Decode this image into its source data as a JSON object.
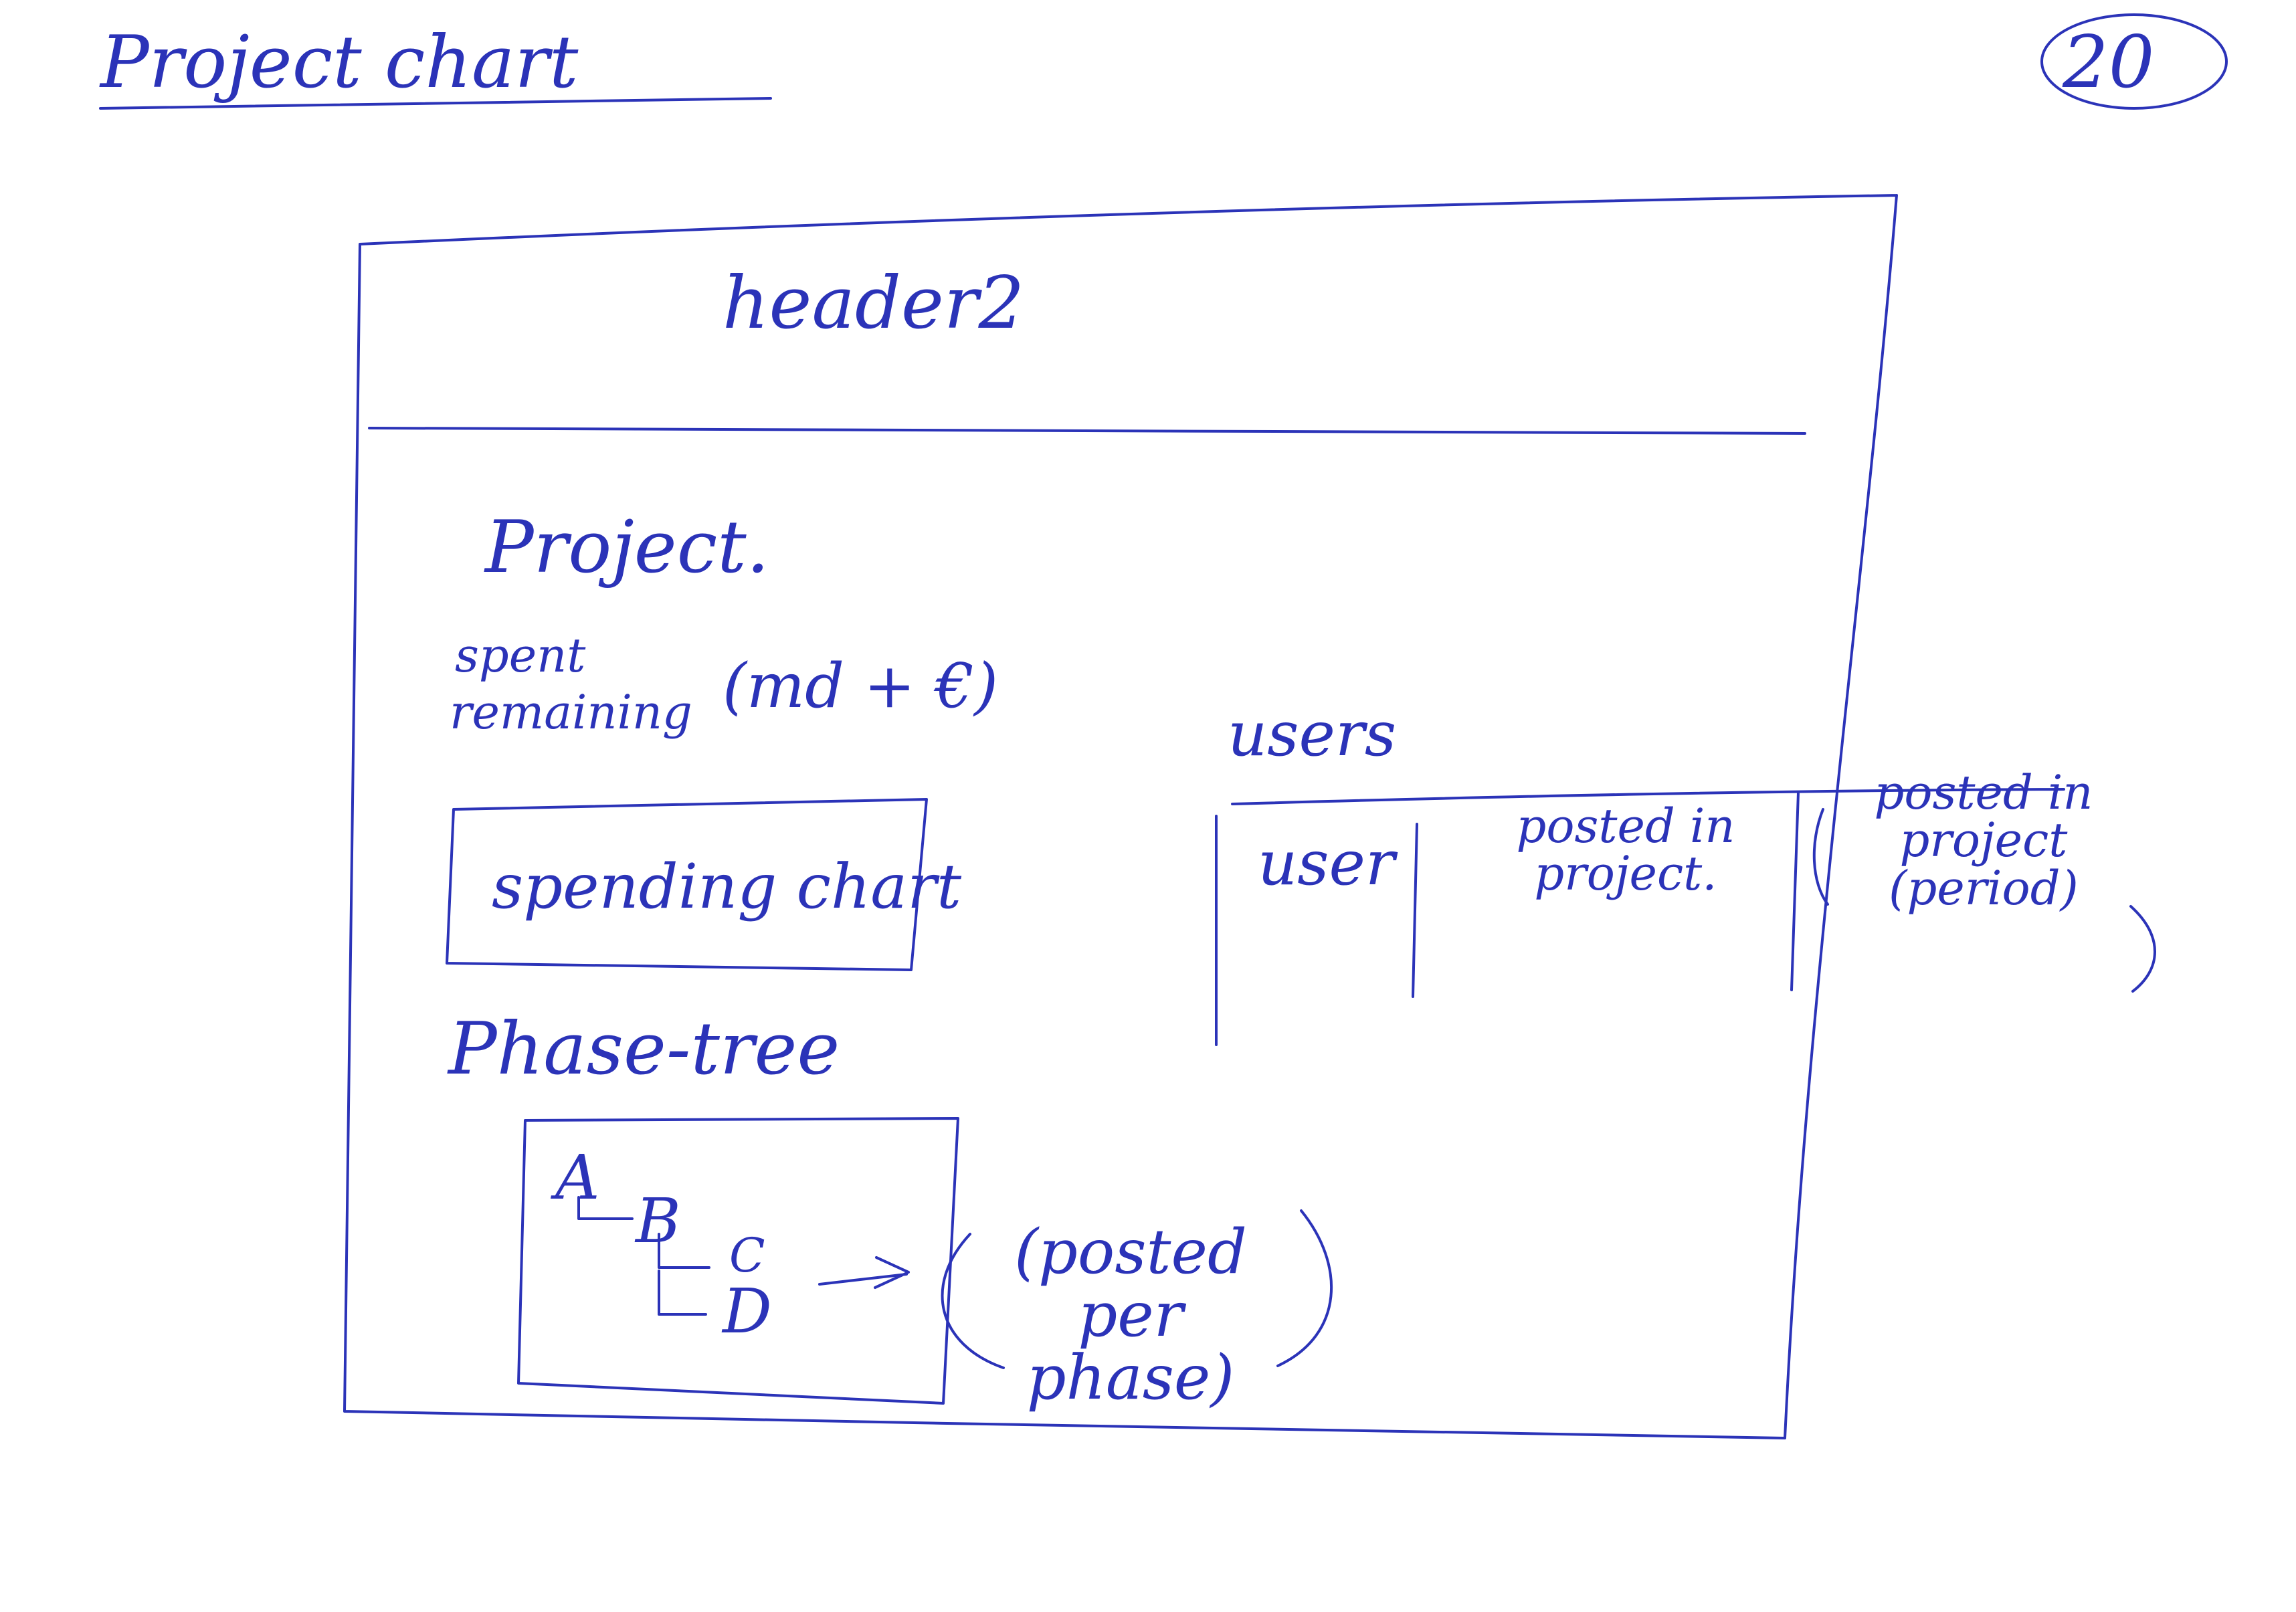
{
  "page_title": "Project chart",
  "page_number": "20",
  "wireframe": {
    "header": "header2",
    "project_section_title": "Project.",
    "summary": {
      "line_1": "spent",
      "line_2": "remaining",
      "units": "(md + €)"
    },
    "spending_chart_label": "spending chart",
    "phase_tree": {
      "title": "Phase-tree",
      "nodes": [
        "A",
        "B",
        "C",
        "D"
      ],
      "annotation": "(posted per phase)"
    },
    "users": {
      "title": "users",
      "columns": [
        "user",
        "posted in project.",
        "posted in project (period)"
      ]
    }
  }
}
